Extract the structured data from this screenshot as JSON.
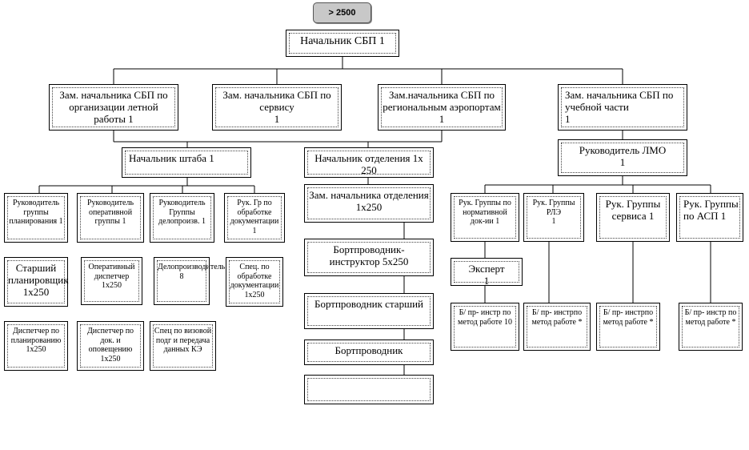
{
  "badge": "> 2500",
  "chief": "Начальник СБП 1",
  "deputies": {
    "flight": "Зам. начальника СБП по организации летной работы 1",
    "service": "Зам. начальника СБП по сервису\n1",
    "regional": "Зам.начальника СБП по региональным аэропортам 1",
    "training": "Зам. начальника СБП по учебной части\n1"
  },
  "staff_chief": "Начальник штаба 1",
  "staff": {
    "planning_head": "Руководитель группы планирования 1",
    "ops_head": "Руководитель оперативной группы 1",
    "records_head": "Руководитель Группы делопроизв. 1",
    "docs_head": "Рук. Гр по обработке документации 1",
    "senior_planner": "Старший планировщик 1x250",
    "ops_dispatcher": "Оперативный диспетчер 1x250",
    "clerk": "Делопроизводитель\n8",
    "docs_specialist": "Спец. по обработке документации 1x250",
    "planning_dispatcher": "Диспетчер по планированию 1x250",
    "notify_dispatcher": "Диспетчер по док. и оповещению 1x250",
    "visa_specialist": "Спец по визовой подг и передача данных КЭ"
  },
  "department": {
    "head": "Начальник отделения 1x 250",
    "deputy": "Зам. начальника отделения 1x250",
    "instructor": "Бортпроводник-инструктор 5x250",
    "senior": "Бортпроводник старший",
    "attendant": "Бортпроводник",
    "blank": ""
  },
  "lmo": {
    "head": "Руководитель ЛМО\n1",
    "norm_head": "Рук. Группы по нормативной док-ии 1",
    "rle_head": "Рук. Группы\nРЛЭ\n1",
    "service_head": "Рук. Группы сервиса 1",
    "asp_head": "Рук. Группы по АСП 1",
    "expert": "Эксперт\n1",
    "instr_norm": "Б/ пр- инстр по метод работе 10",
    "instr_rle": "Б/ пр- инстрпо метод работе *",
    "instr_service": "Б/ пр- инстрпо метод работе *",
    "instr_asp": "Б/ пр- инстр по метод работе *"
  }
}
